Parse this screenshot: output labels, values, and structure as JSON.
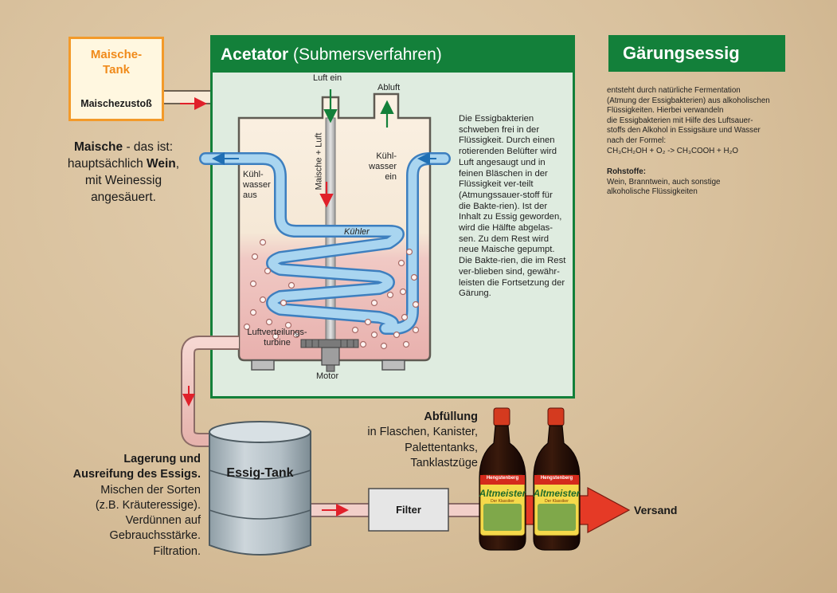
{
  "maische_tank": {
    "title": "Maische-\nTank",
    "zustoss": "Maischezustoß"
  },
  "maische_desc": {
    "bold1": "Maische",
    "text1": " - das ist:",
    "text2": "hauptsächlich ",
    "bold2": "Wein",
    "text3": ",",
    "text4": "mit Weinessig",
    "text5": "angesäuert."
  },
  "acetator": {
    "title_bold": "Acetator",
    "title_rest": " (Submersverfahren)",
    "description": "Die Essigbakterien schweben frei in der Flüssigkeit. Durch einen rotierenden Belüfter wird Luft angesaugt und in feinen Bläschen in der Flüssigkeit ver-teilt (Atmungssauer-stoff für die Bakte-rien). Ist der Inhalt zu Essig geworden, wird die Hälfte abgelas-sen. Zu dem Rest wird neue Maische gepumpt. Die Bakte-rien, die im Rest ver-blieben sind, gewähr-leisten die Fortsetzung der Gärung.",
    "luft_ein": "Luft ein",
    "abluft": "Abluft",
    "kuehlwasser_aus_1": "Kühl-",
    "kuehlwasser_aus_2": "wasser",
    "kuehlwasser_aus_3": "aus",
    "kuehlwasser_ein_1": "Kühl-",
    "kuehlwasser_ein_2": "wasser",
    "kuehlwasser_ein_3": "ein",
    "maische_luft": "Maische + Luft",
    "kuehler": "Kühler",
    "turbine_1": "Luftverteilungs-",
    "turbine_2": "turbine",
    "motor": "Motor"
  },
  "gaerungsessig": {
    "title": "Gärungsessig",
    "lines": [
      "entsteht durch natürliche Fermentation",
      "(Atmung der Essigbakterien) aus alkoholischen",
      "Flüssigkeiten. Hierbei verwandeln",
      "die Essigbakterien mit Hilfe des Luftsauer-",
      "stoffs den Alkohol in Essigsäure und Wasser",
      "nach der Formel:"
    ],
    "formula": "CH₃CH₂OH + O₂ -> CH₃COOH + H₂O",
    "rohstoffe_label": "Rohstoffe:",
    "rohstoffe_text": "Wein, Branntwein, auch sonstige alkoholische Flüssigkeiten"
  },
  "storage": {
    "tank_label": "Essig-Tank",
    "heading1": "Lagerung und",
    "heading2": "Ausreifung des Essigs.",
    "lines": [
      "Mischen der Sorten",
      "(z.B. Kräuteressige).",
      "Verdünnen auf",
      "Gebrauchsstärke.",
      "Filtration."
    ]
  },
  "filter": {
    "label": "Filter"
  },
  "versand": {
    "label": "Versand"
  },
  "abfuellung": {
    "heading": "Abfüllung",
    "lines": [
      "in Flaschen, Kanister,",
      "Palettentanks,",
      "Tanklastzüge"
    ]
  },
  "bottle": {
    "brand": "Hengstenberg",
    "name": "Altmeister",
    "sub": "Der Klassiker"
  },
  "colors": {
    "green": "#13803a",
    "orange": "#f39a2a",
    "arrow_red": "#e0202a",
    "cool_blue": "#4aa3dc"
  }
}
